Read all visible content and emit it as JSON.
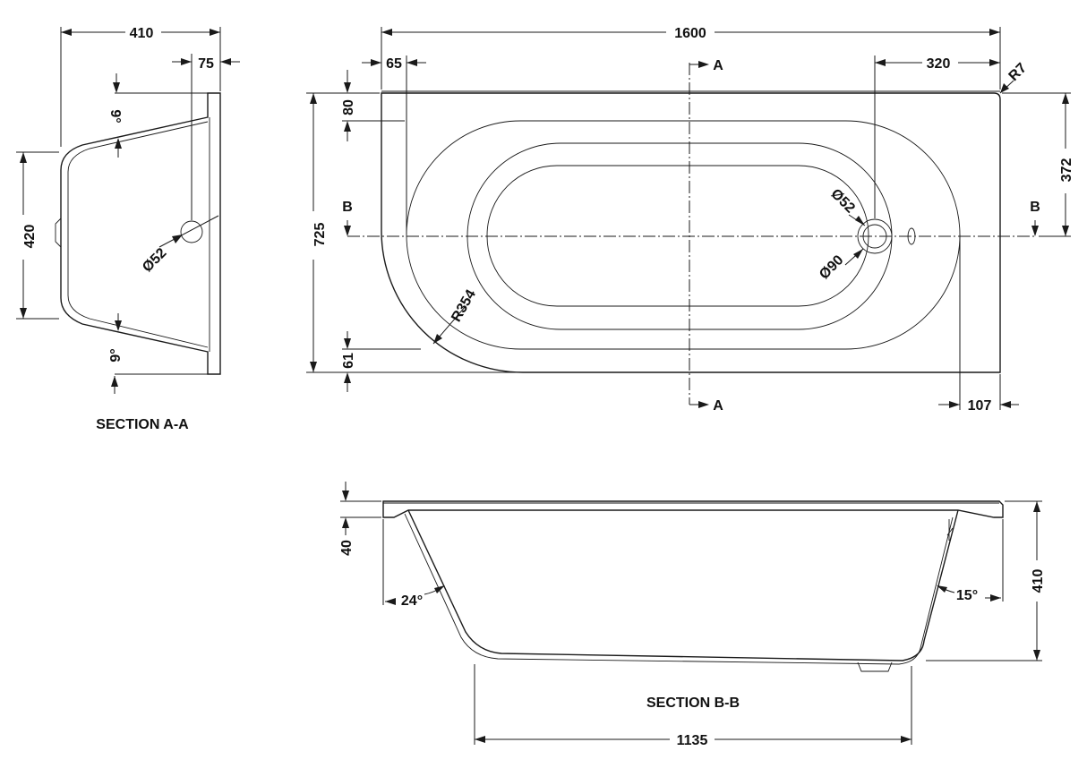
{
  "drawing": {
    "section_aa_title": "SECTION A-A",
    "section_bb_title": "SECTION B-B",
    "section_marks": {
      "a": "A",
      "b": "B"
    },
    "plan": {
      "overall_length": "1600",
      "overall_width": "725",
      "end_offset": "65",
      "waste_offset": "320",
      "corner_radius": "R7",
      "rim_top": "80",
      "waste_to_edge": "372",
      "end_radius": "R354",
      "rim_bottom": "61",
      "end_rim": "107",
      "waste_diameter": "Ø52",
      "waste_outer_diameter": "Ø90"
    },
    "section_aa": {
      "overall_width": "410",
      "rim": "75",
      "top_angle": "9°",
      "bottom_angle": "9°",
      "depth": "420",
      "waste_diameter": "Ø52"
    },
    "section_bb": {
      "rim_thickness": "40",
      "overall_height": "410",
      "left_angle": "24°",
      "right_angle": "15°",
      "floor_length": "1135"
    }
  }
}
